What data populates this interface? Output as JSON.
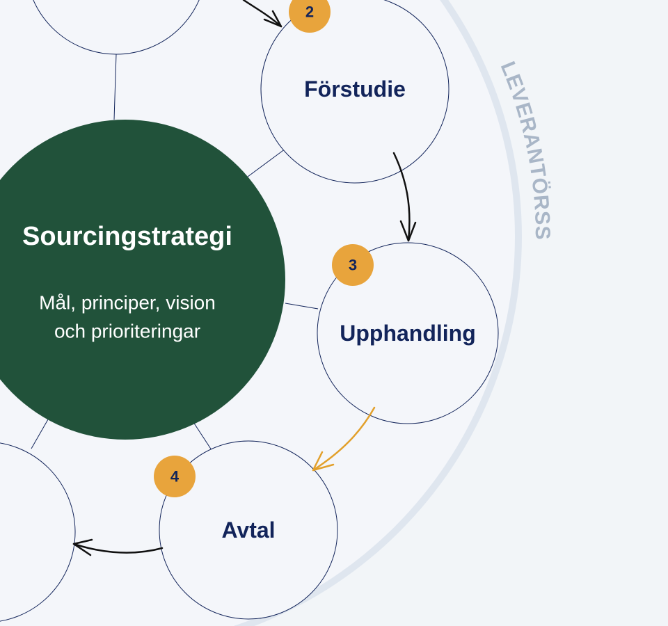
{
  "colors": {
    "background": "#f2f5f8",
    "wheel": "#f4f6fa",
    "ring": "#dfe6ef",
    "ring_text": "#a9b6c7",
    "center": "#21523a",
    "navy": "#12245a",
    "badge": "#e8a43c",
    "connector_gold": "#e2a02b"
  },
  "ring": {
    "label": "LEVERANTÖRSSTYRNING"
  },
  "center": {
    "title": "Sourcingstrategi",
    "subtitle_line1": "Mål, principer, vision",
    "subtitle_line2": "och prioriteringar"
  },
  "stages": [
    {
      "number": "2",
      "label": "Förstudie"
    },
    {
      "number": "3",
      "label": "Upphandling"
    },
    {
      "number": "4",
      "label": "Avtal"
    }
  ]
}
